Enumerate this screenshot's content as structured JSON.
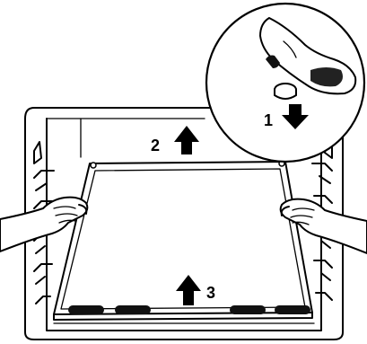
{
  "figure": {
    "step_labels": [
      "1",
      "2",
      "3"
    ]
  }
}
